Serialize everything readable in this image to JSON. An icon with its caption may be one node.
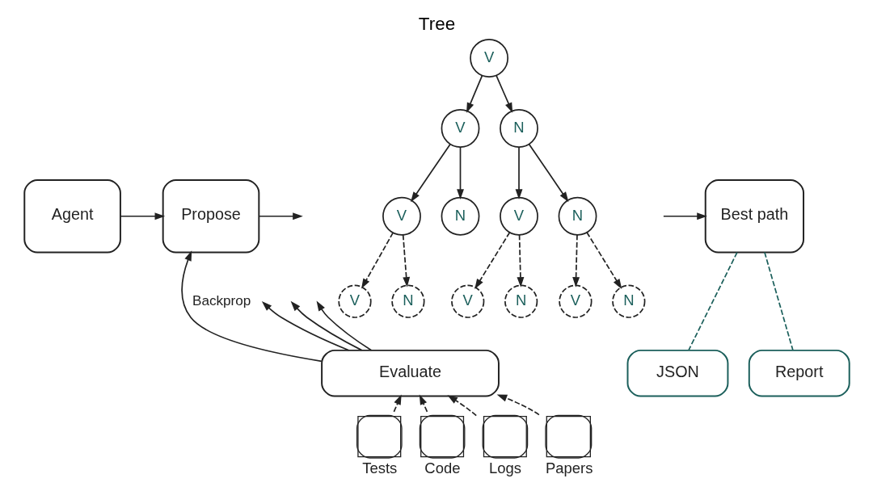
{
  "diagram": {
    "title": "Tree",
    "nodes": [
      {
        "text": [
          "Agent"
        ]
      },
      {
        "text": [
          "Propose"
        ]
      },
      {
        "text": [
          "V"
        ]
      },
      {
        "text": [
          "V"
        ]
      },
      {
        "text": [
          "N"
        ]
      },
      {
        "text": [
          "V"
        ]
      },
      {
        "text": [
          "N"
        ]
      },
      {
        "text": [
          "V"
        ]
      },
      {
        "text": [
          "N"
        ]
      },
      {
        "text": [
          "V"
        ]
      },
      {
        "text": [
          "N"
        ]
      },
      {
        "text": [
          "V"
        ]
      },
      {
        "text": [
          "N"
        ]
      },
      {
        "text": [
          "V"
        ]
      },
      {
        "text": [
          "N"
        ]
      },
      {
        "text": [
          "Best path"
        ]
      },
      {
        "text": [
          "Evaluate"
        ]
      },
      {
        "text": [
          "Tests"
        ]
      },
      {
        "text": [
          "Code"
        ]
      },
      {
        "text": [
          "Logs"
        ]
      },
      {
        "text": [
          "Papers"
        ]
      },
      {
        "text": [
          "JSON"
        ]
      },
      {
        "text": [
          "Report"
        ]
      }
    ],
    "edges": [
      {
        "from": 0,
        "to": 1,
        "arrow": "to"
      },
      {
        "from": 1,
        "to": null,
        "arrow": "to"
      },
      {
        "from": 2,
        "to": 3,
        "arrow": "to"
      },
      {
        "from": 2,
        "to": 4,
        "arrow": "to"
      },
      {
        "from": 3,
        "to": 5,
        "arrow": "to"
      },
      {
        "from": 3,
        "to": 6,
        "arrow": "to"
      },
      {
        "from": 4,
        "to": 7,
        "arrow": "to"
      },
      {
        "from": 4,
        "to": 8,
        "arrow": "to"
      },
      {
        "from": 5,
        "to": 9,
        "arrow": "to",
        "style": "dashed"
      },
      {
        "from": 5,
        "to": 10,
        "arrow": "to",
        "style": "dashed"
      },
      {
        "from": 7,
        "to": 11,
        "arrow": "to",
        "style": "dashed"
      },
      {
        "from": 7,
        "to": 12,
        "arrow": "to",
        "style": "dashed"
      },
      {
        "from": 8,
        "to": 13,
        "arrow": "to",
        "style": "dashed"
      },
      {
        "from": 8,
        "to": 14,
        "arrow": "to",
        "style": "dashed"
      },
      {
        "from": null,
        "to": 15,
        "arrow": "to"
      },
      {
        "from": 16,
        "to": null,
        "arrow": "to"
      },
      {
        "from": 16,
        "to": null,
        "arrow": "to"
      },
      {
        "from": 16,
        "to": null,
        "arrow": "to"
      },
      {
        "from": 16,
        "to": 1,
        "arrow": "to",
        "label": "Backprop"
      },
      {
        "from": 17,
        "to": 16,
        "arrow": "to",
        "style": "dashed"
      },
      {
        "from": 18,
        "to": 16,
        "arrow": "to",
        "style": "dashed"
      },
      {
        "from": 19,
        "to": 16,
        "arrow": "to",
        "style": "dashed"
      },
      {
        "from": 20,
        "to": 16,
        "arrow": "to",
        "style": "dashed"
      },
      {
        "from": 15,
        "to": 21,
        "arrow": "none",
        "style": "dashed",
        "color": "#1b5f5b"
      },
      {
        "from": 15,
        "to": 22,
        "arrow": "none",
        "style": "dashed",
        "color": "#1b5f5b"
      }
    ]
  }
}
